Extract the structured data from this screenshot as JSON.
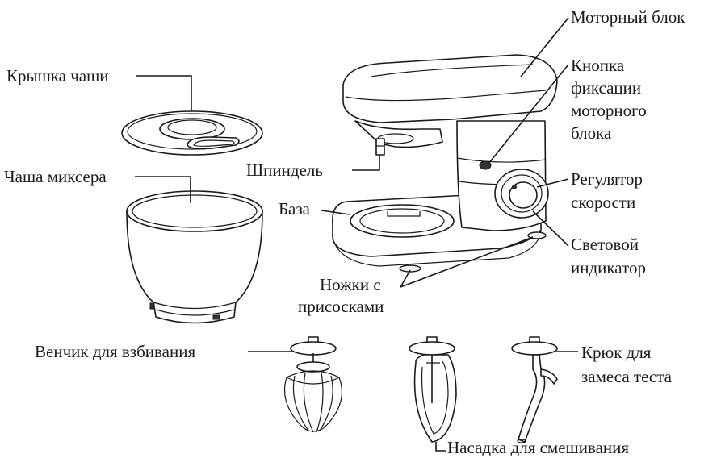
{
  "labels": {
    "motor_block": "Моторный блок",
    "lock_button": [
      "Кнопка",
      "фиксации",
      "моторного",
      "блока"
    ],
    "bowl_lid": "Крышка чаши",
    "spindle": "Шпиндель",
    "bowl": "Чаша миксера",
    "base": "База",
    "speed_knob": [
      "Регулятор",
      "скорости"
    ],
    "light": [
      "Световой",
      "индикатор"
    ],
    "feet": [
      "Ножки с",
      "присосками"
    ],
    "whisk": "Венчик для взбивания",
    "dough_hook": [
      "Крюк для",
      "замеса теста"
    ],
    "beater": "Насадка для смешивания"
  },
  "colors": {
    "line": "#1a1a1a",
    "background": "#ffffff"
  }
}
